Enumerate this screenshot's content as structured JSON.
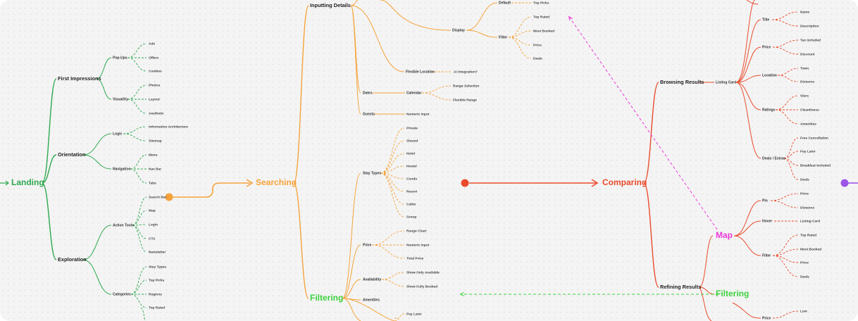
{
  "colors": {
    "landing": "#2ea84f",
    "searching": "#f5a33a",
    "comparing": "#ea4b2c",
    "map": "#ec3ad6",
    "filtering_link": "#3fd13f",
    "next": "#9b55e8"
  },
  "landing": {
    "label": "Landing",
    "first_impressions": {
      "label": "First Impressions",
      "popups": {
        "label": "Pop-Ups",
        "items": [
          "Ads",
          "Offers",
          "Cookies"
        ]
      },
      "visual": {
        "label": "Visual/ity",
        "items": [
          "Photos",
          "Layout",
          "Aesthetic"
        ]
      }
    },
    "orientation": {
      "label": "Orientation",
      "logic": {
        "label": "Logic",
        "items": [
          "Information Architecture",
          "Sitemap"
        ]
      },
      "navigation": {
        "label": "Navigation",
        "items": [
          "Menu",
          "Nav Bar",
          "Tabs"
        ]
      }
    },
    "exploration": {
      "label": "Exploration",
      "action_tools": {
        "label": "Action Tools",
        "items": [
          "Search Bar",
          "Map",
          "Login",
          "CTA",
          "Newsletter"
        ]
      },
      "categories": {
        "label": "Categories",
        "items": [
          "Stay Types",
          "Top Picks",
          "Regions",
          "Top Rated"
        ]
      }
    }
  },
  "searching": {
    "label": "Searching",
    "inputting_details": {
      "label": "Inputting Details",
      "display": {
        "label": "Display",
        "default": {
          "label": "Default",
          "items": [
            "Top Picks"
          ]
        },
        "filter": {
          "label": "Filter",
          "items": [
            "Top Rated",
            "Most Booked",
            "Price",
            "Deals"
          ]
        }
      },
      "flexible_location": {
        "label": "Flexible Location",
        "items": [
          "AI Integration?"
        ]
      },
      "dates": {
        "label": "Dates",
        "calendar": {
          "label": "Calendar",
          "items": [
            "Range Selection",
            "Flexible Range"
          ]
        }
      },
      "guests": {
        "label": "Guests",
        "items": [
          "Numeric Input"
        ]
      }
    },
    "filtering": {
      "label": "Filtering",
      "stay_types": {
        "label": "Stay Types",
        "items": [
          "Private",
          "Shared",
          "Hotel",
          "Hostel",
          "Condo",
          "Resort",
          "Cabin",
          "Group"
        ]
      },
      "price": {
        "label": "Price",
        "items": [
          "Range Chart",
          "Numeric Input",
          "Total Price"
        ]
      },
      "availability": {
        "label": "Availability",
        "items": [
          "Show Only Available",
          "Show Fully Booked"
        ]
      },
      "amenities": {
        "label": "Amenities",
        "items": [
          "Pay Later"
        ]
      }
    }
  },
  "comparing": {
    "label": "Comparing",
    "browsing_results": {
      "label": "Browsing Results",
      "listing_card": {
        "label": "Listing Card",
        "title": {
          "label": "Title",
          "items": [
            "Name",
            "Description"
          ]
        },
        "price": {
          "label": "Price",
          "items": [
            "Tax Included",
            "Discount"
          ]
        },
        "location": {
          "label": "Location",
          "items": [
            "Town",
            "Distance"
          ]
        },
        "ratings": {
          "label": "Ratings",
          "items": [
            "Stars",
            "Cleanliness",
            "Amenities"
          ]
        },
        "deals_extras": {
          "label": "Deals / Extras",
          "items": [
            "Free Cancellation",
            "Pay Later",
            "Breakfast Included",
            "Deals"
          ]
        }
      }
    },
    "refining_results": {
      "label": "Refining Results",
      "map": {
        "label": "Map",
        "pin": {
          "label": "Pin",
          "items": [
            "Price",
            "Distance"
          ]
        },
        "hover": {
          "label": "Hover",
          "items": [
            "Listing Card"
          ]
        },
        "filter": {
          "label": "Filter",
          "items": [
            "Top Rated",
            "Most Booked",
            "Price",
            "Deals"
          ]
        }
      },
      "filtering_link": {
        "label": "Filtering"
      },
      "price": {
        "label": "Price",
        "items": [
          "Low"
        ]
      }
    }
  }
}
